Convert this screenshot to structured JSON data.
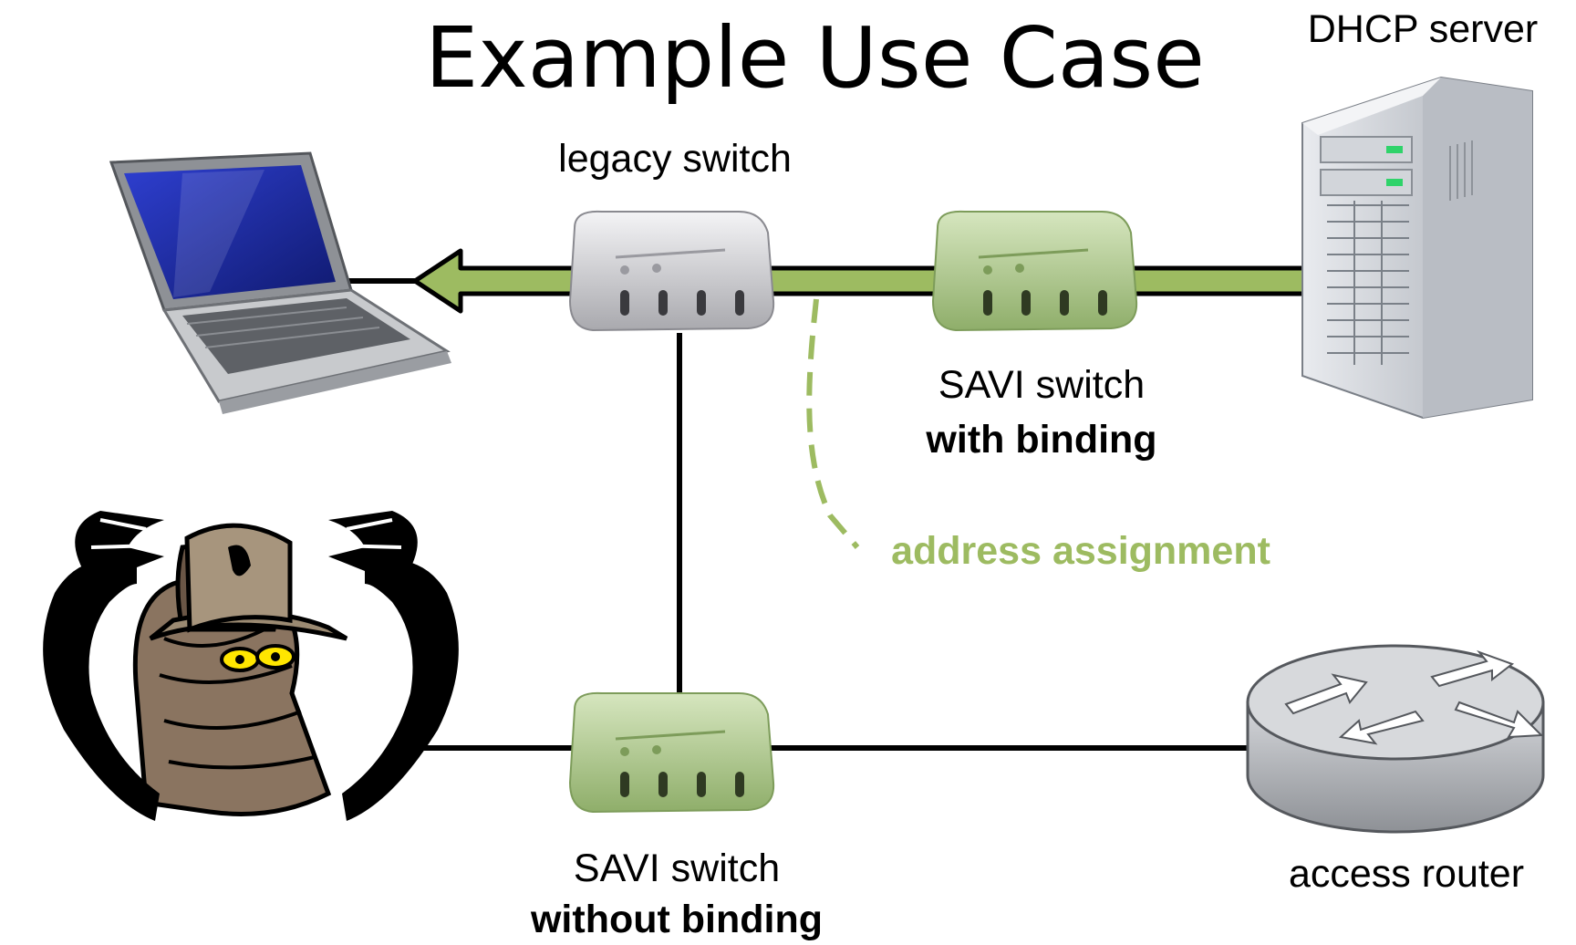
{
  "title": "Example Use Case",
  "labels": {
    "dhcp_server": "DHCP server",
    "legacy_switch": "legacy switch",
    "savi_with_line1": "SAVI switch",
    "savi_with_line2": "with binding",
    "address_assignment": "address assignment",
    "savi_without_line1": "SAVI switch",
    "savi_without_line2": "without binding",
    "access_router": "access router"
  },
  "colors": {
    "flow_green": "#9dbb61",
    "savi_green": "#a9c58a",
    "legacy_gray": "#c9c9cc",
    "link_black": "#000000",
    "label_green": "#9dbb61"
  },
  "icons": [
    "laptop-icon",
    "legacy-switch-icon",
    "savi-switch-icon",
    "server-icon",
    "router-icon",
    "attacker-icon"
  ]
}
